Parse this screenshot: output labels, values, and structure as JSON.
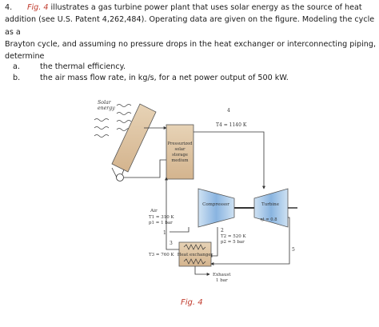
{
  "problem": {
    "number": "4.",
    "fig_ref": "Fig. 4",
    "line1_rest": "illustrates a gas turbine power plant that uses solar energy as the source of heat",
    "line2": "addition (see U.S. Patent 4,262,484). Operating data are given on the figure. Modeling the cycle as a",
    "line3": "Brayton cycle, and assuming no pressure drops in the heat exchanger or interconnecting piping,",
    "line4": "determine",
    "parts": [
      {
        "label": "a.",
        "text": "the thermal efficiency."
      },
      {
        "label": "b.",
        "text": "the air mass flow rate, in kg/s, for a net power output of 500 kW."
      }
    ]
  },
  "figure": {
    "solar_energy": [
      "Solar",
      "energy"
    ],
    "storage": [
      "Pressurized",
      "solar",
      "storage",
      "medium"
    ],
    "compressor": "Compressor",
    "turbine": "Turbine",
    "heat_exchanger": "Heat exchanger",
    "eta_t": "ηt = 0.8",
    "state4_num": "4",
    "state4_temp": "T4 = 1140 K",
    "air": "Air",
    "T1": "T1 = 310 K",
    "p1": "p1 = 1 bar",
    "state1": "1",
    "state2": "2",
    "T2": "T2 = 520 K",
    "p2": "p2 = 5 bar",
    "state3": "3",
    "T3": "T3 = 760 K",
    "state5": "5",
    "exhaust": "Exhaust",
    "exhaust_p": "1 bar",
    "caption": "Fig. 4"
  }
}
